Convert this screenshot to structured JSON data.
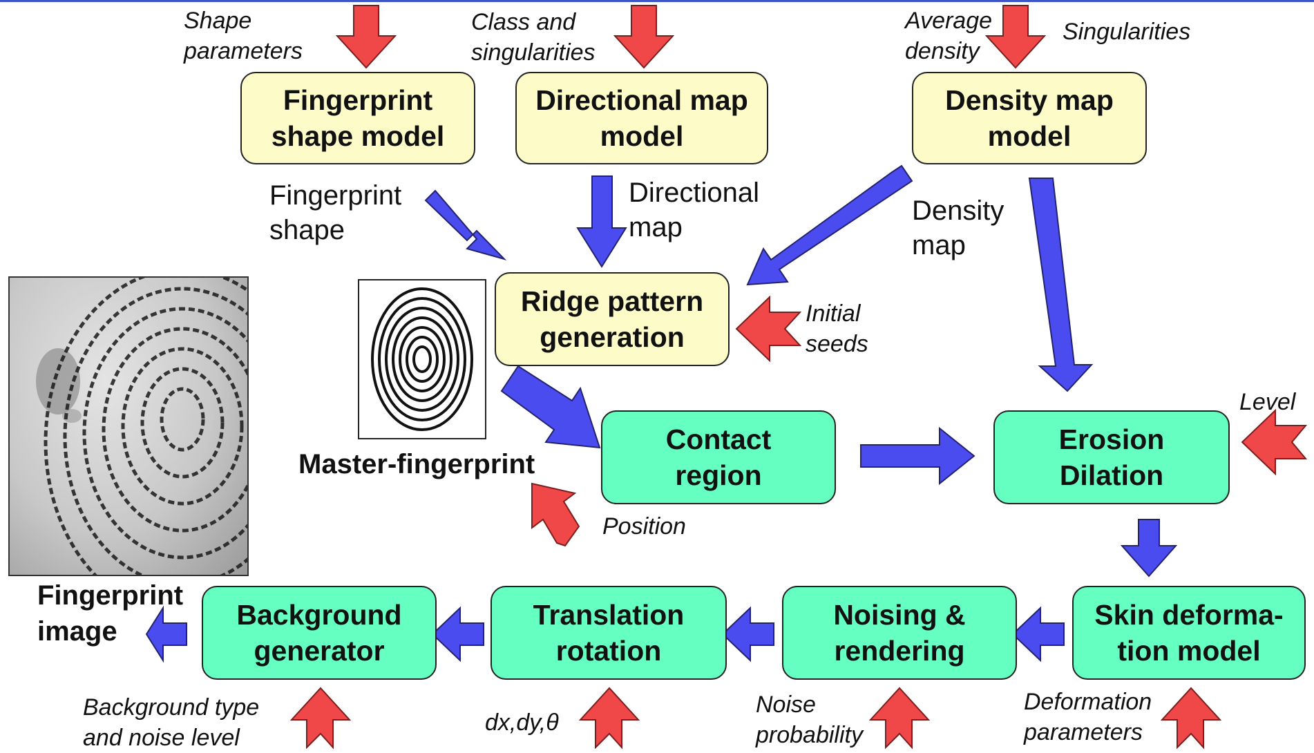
{
  "boxes": {
    "fingerprint_shape_model": [
      "Fingerprint",
      "shape model"
    ],
    "directional_map_model": [
      "Directional map",
      "model"
    ],
    "density_map_model": [
      "Density map",
      "model"
    ],
    "ridge_pattern_generation": [
      "Ridge pattern",
      "generation"
    ],
    "contact_region": [
      "Contact",
      "region"
    ],
    "erosion_dilation": [
      "Erosion",
      "Dilation"
    ],
    "skin_deformation_model": [
      "Skin deforma-",
      "tion model"
    ],
    "noising_rendering": [
      "Noising &",
      "rendering"
    ],
    "translation_rotation": [
      "Translation",
      "rotation"
    ],
    "background_generator": [
      "Background",
      "generator"
    ]
  },
  "inputs": {
    "shape_parameters": [
      "Shape",
      "parameters"
    ],
    "class_and_singularities": [
      "Class and",
      "singularities"
    ],
    "average_density": [
      "Average",
      "density"
    ],
    "singularities": "Singularities",
    "initial_seeds": [
      "Initial",
      "seeds"
    ],
    "position": "Position",
    "level": "Level",
    "background_type": [
      "Background type",
      "and noise level"
    ],
    "dx_dy_theta": "dx,dy,θ",
    "noise_probability": [
      "Noise",
      "probability"
    ],
    "deformation_parameters": [
      "Deformation",
      "parameters"
    ]
  },
  "flows": {
    "fingerprint_shape": [
      "Fingerprint",
      "shape"
    ],
    "directional_map": [
      "Directional",
      "map"
    ],
    "density_map": [
      "Density",
      "map"
    ]
  },
  "captions": {
    "master_fingerprint": "Master-fingerprint",
    "fingerprint_image": [
      "Fingerprint",
      "image"
    ]
  },
  "colors": {
    "model_box": "#fdfbc8",
    "process_box": "#66ffc2",
    "flow_arrow": "#4a4cf0",
    "input_arrow": "#f04848"
  }
}
